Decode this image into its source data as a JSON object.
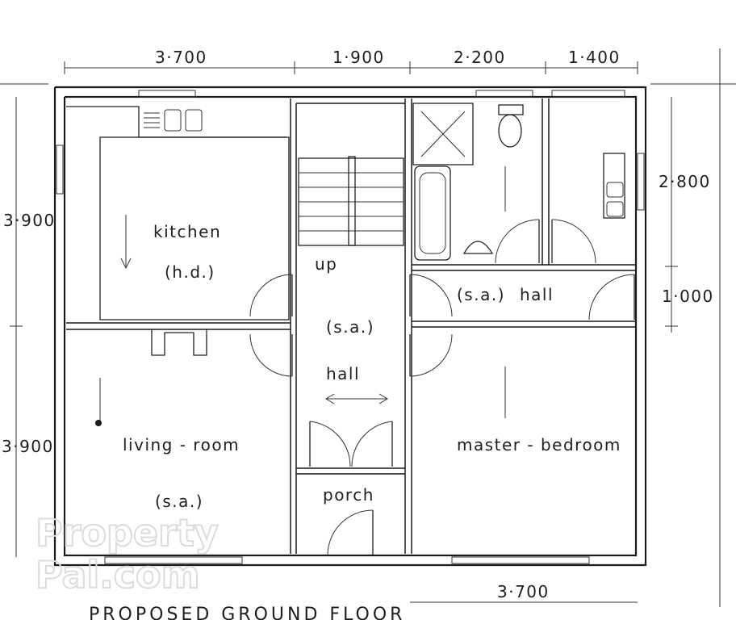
{
  "caption": "PROPOSED   GROUND   FLOOR",
  "watermark": [
    "Property",
    "Pal.com"
  ],
  "rooms": {
    "kitchen": "kitchen",
    "kitchen_note": "(h.d.)",
    "up": "up",
    "hall_note": "(s.a.)",
    "hall": "hall",
    "upper_hall_note": "(s.a.)",
    "upper_hall": "hall",
    "living_room": "living - room",
    "living_note": "(s.a.)",
    "porch": "porch",
    "master_bedroom": "master - bedroom"
  },
  "dimensions": {
    "top_1": "3·700",
    "top_2": "1·900",
    "top_3": "2·200",
    "top_4": "1·400",
    "left_1": "3·900",
    "left_2": "3·900",
    "right_1": "2·800",
    "right_2": "1·000",
    "bottom_1": "3·700"
  }
}
